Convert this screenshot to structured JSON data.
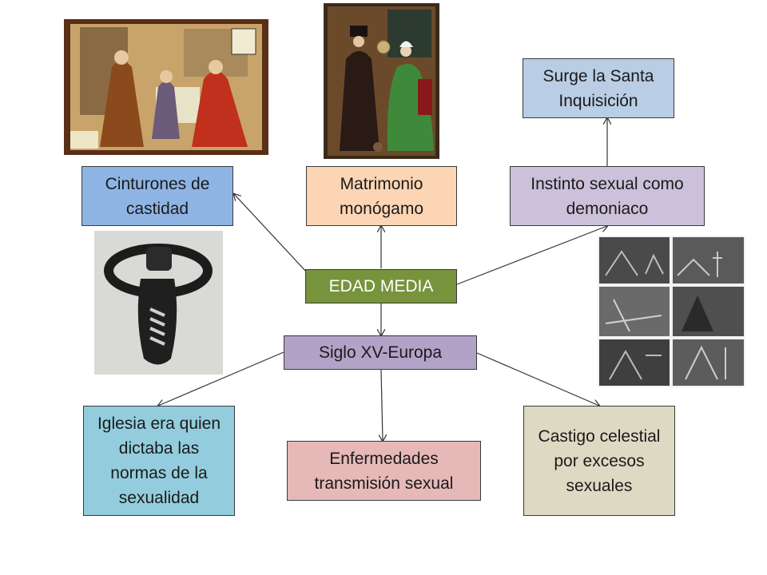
{
  "diagram": {
    "center": {
      "label": "EDAD MEDIA",
      "color": "#77933c"
    },
    "sub_center": {
      "label": "Siglo XV-Europa",
      "color": "#b3a2c7"
    },
    "nodes": {
      "cinturones": {
        "label": "Cinturones de castidad",
        "color": "#8eb4e3"
      },
      "matrimonio": {
        "label": "Matrimonio monógamo",
        "color": "#fcd5b5"
      },
      "instinto": {
        "label": "Instinto sexual como demoniaco",
        "color": "#ccc1da"
      },
      "inquisicion": {
        "label": "Surge la Santa Inquisición",
        "color": "#b9cde5"
      },
      "iglesia": {
        "label": "Iglesia era quien dictaba las normas de la sexualidad",
        "color": "#93cddd"
      },
      "enfermedades": {
        "label": "Enfermedades transmisión sexual",
        "color": "#e6b9b8"
      },
      "castigo": {
        "label": "Castigo celestial por excesos sexuales",
        "color": "#ddd9c3"
      }
    },
    "images": [
      {
        "name": "medieval-scene-painting"
      },
      {
        "name": "arnolfini-portrait"
      },
      {
        "name": "chastity-belt-photo"
      },
      {
        "name": "inquisition-engravings"
      }
    ]
  }
}
